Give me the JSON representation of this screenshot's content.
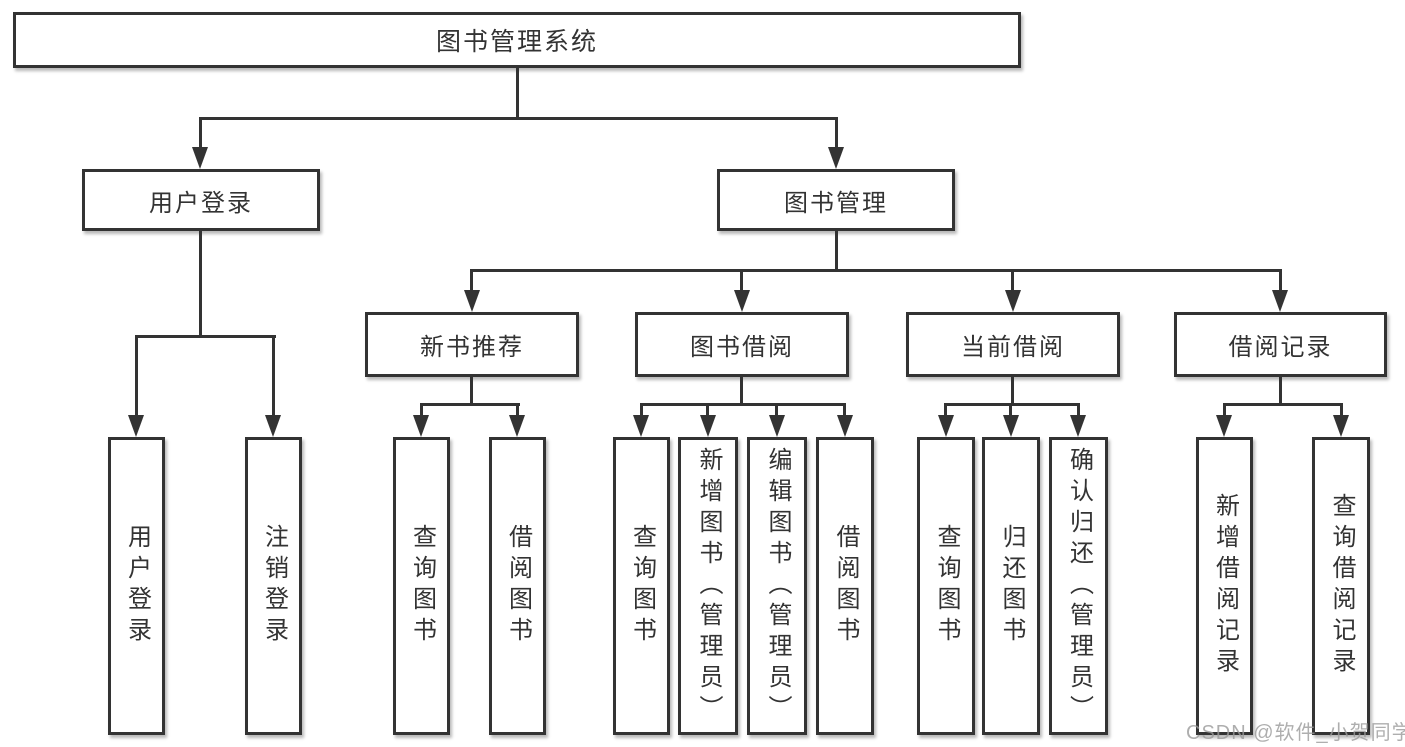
{
  "diagram": {
    "root": "图书管理系统",
    "level2": [
      "用户登录",
      "图书管理"
    ],
    "level3": [
      "新书推荐",
      "图书借阅",
      "当前借阅",
      "借阅记录"
    ],
    "leaves": [
      "用户登录",
      "注销登录",
      "查询图书",
      "借阅图书",
      "查询图书",
      "新增图书（管理员）",
      "编辑图书（管理员）",
      "借阅图书",
      "查询图书",
      "归还图书",
      "确认归还（管理员）",
      "新增借阅记录",
      "查询借阅记录"
    ],
    "watermark": "CSDN @软件_小贺同学",
    "colors": {
      "line": "#333333",
      "box_fill": "#ffffff",
      "watermark": "#9b9b9b"
    }
  }
}
